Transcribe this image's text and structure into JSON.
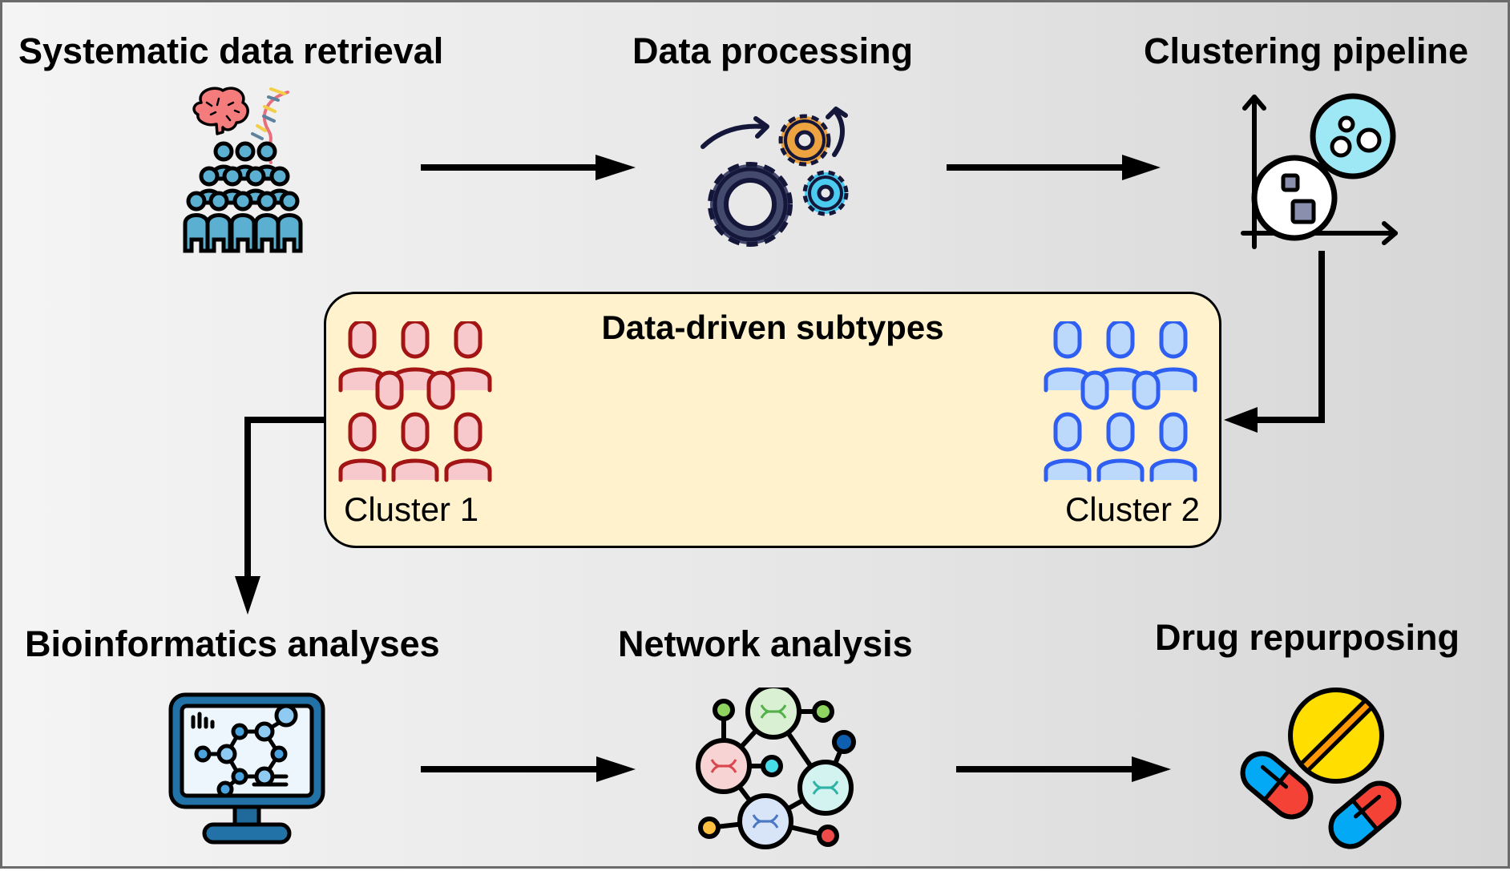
{
  "stages": {
    "retrieval": {
      "title": "Systematic data retrieval",
      "icon": "patient-cohort-icon"
    },
    "processing": {
      "title": "Data processing",
      "icon": "gears-icon"
    },
    "clustering": {
      "title": "Clustering pipeline",
      "icon": "cluster-plot-icon"
    },
    "bioinformatics": {
      "title": "Bioinformatics analyses",
      "icon": "monitor-molecule-icon"
    },
    "network": {
      "title": "Network analysis",
      "icon": "dna-network-icon"
    },
    "drug": {
      "title": "Drug repurposing",
      "icon": "pills-icon"
    }
  },
  "subtypes": {
    "title": "Data-driven subtypes",
    "clusters": [
      {
        "label": "Cluster 1",
        "color": "#a31515",
        "fill": "#f7c9cc"
      },
      {
        "label": "Cluster 2",
        "color": "#2f5ff2",
        "fill": "#bcd9fb"
      }
    ]
  },
  "colors": {
    "box_fill": "#fff2cc",
    "people_blue": "#5bafd1",
    "gear_dark": "#434a6e",
    "gear_orange": "#eda33f",
    "gear_blue": "#4ccbf0",
    "cluster_cyan": "#9ee8f5",
    "monitor_blue": "#2272a8",
    "pill_yellow": "#ffde00",
    "pill_red": "#f44336",
    "pill_blue": "#03a9f4"
  },
  "flow": [
    "Systematic data retrieval",
    "Data processing",
    "Clustering pipeline",
    "Data-driven subtypes",
    "Bioinformatics analyses",
    "Network analysis",
    "Drug repurposing"
  ]
}
